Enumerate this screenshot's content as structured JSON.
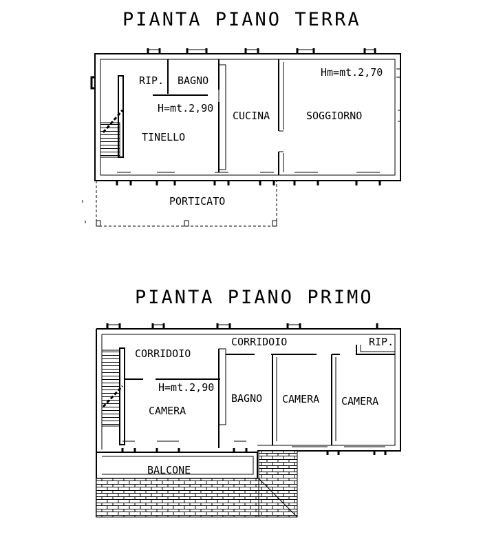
{
  "ground_floor": {
    "title": "PIANTA PIANO TERRA",
    "rooms": {
      "rip": "RIP.",
      "bagno": "BAGNO",
      "height_small": "H=mt.2,90",
      "tinello": "TINELLO",
      "cucina": "CUCINA",
      "soggiorno": "SOGGIORNO",
      "height_large": "Hm=mt.2,70",
      "porticato": "PORTICATO"
    }
  },
  "first_floor": {
    "title": "PIANTA PIANO PRIMO",
    "rooms": {
      "corridoio_left": "CORRIDOIO",
      "corridoio_top": "CORRIDOIO",
      "rip": "RIP.",
      "height": "H=mt.2,90",
      "camera_left": "CAMERA",
      "bagno": "BAGNO",
      "camera_mid": "CAMERA",
      "camera_right": "CAMERA",
      "balcone": "BALCONE"
    }
  }
}
